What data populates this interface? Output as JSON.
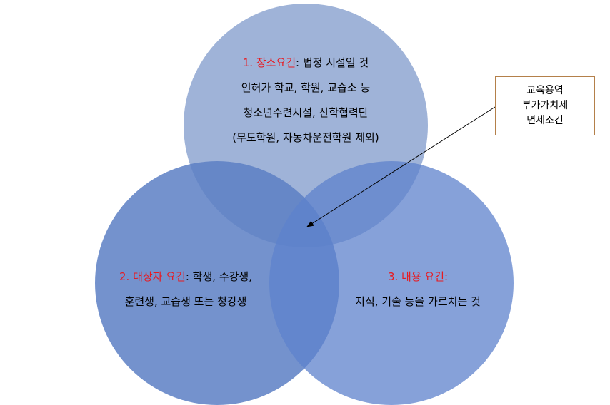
{
  "diagram": {
    "colors": {
      "top_circle": "#9fb3d8",
      "left_circle": "#5c7fc4",
      "right_circle": "#7e9ad2",
      "label_red": "#e8191f",
      "callout_border": "#b4804a"
    },
    "top": {
      "title": "1. 장소요건",
      "line1_rest": ": 법정 시설일 것",
      "line2": "인허가 학교, 학원, 교습소 등",
      "line3": "청소년수련시설, 산학협력단",
      "line4": "(무도학원, 자동차운전학원 제외)"
    },
    "left": {
      "title": "2. 대상자 요건",
      "line1_rest": ": 학생, 수강생,",
      "line2": "훈련생, 교습생 또는 청강생"
    },
    "right": {
      "title": "3. 내용 요건:",
      "line2": "지식, 기술 등을 가르치는 것"
    },
    "callout": {
      "line1": "교육용역",
      "line2": "부가가치세",
      "line3": "면세조건"
    }
  }
}
